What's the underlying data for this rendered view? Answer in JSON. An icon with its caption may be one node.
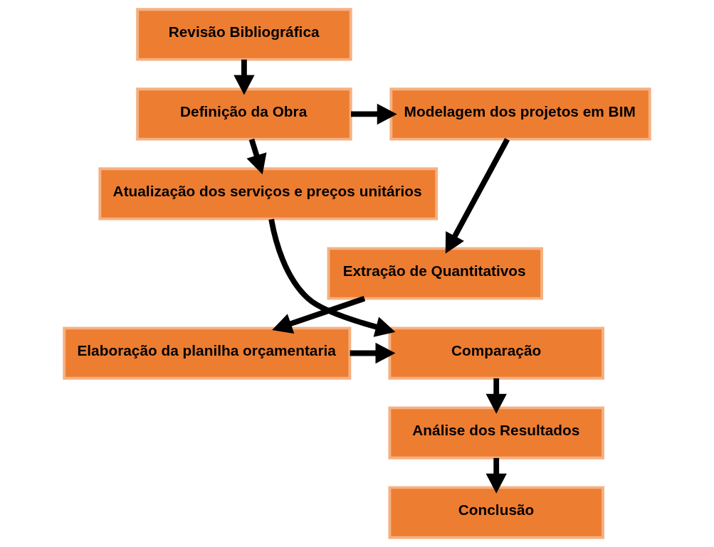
{
  "diagram": {
    "nodes": [
      {
        "text": [
          "Revisão Bibliográfica"
        ]
      },
      {
        "text": [
          "Definição da Obra"
        ]
      },
      {
        "text": [
          "Modelagem dos projetos em BIM"
        ]
      },
      {
        "text": [
          "Atualização dos serviços e preços unitários"
        ]
      },
      {
        "text": [
          "Extração de Quantitativos"
        ]
      },
      {
        "text": [
          "Elaboração da planilha orçamentaria"
        ]
      },
      {
        "text": [
          "Comparação"
        ]
      },
      {
        "text": [
          "Análise dos Resultados"
        ]
      },
      {
        "text": [
          "Conclusão"
        ]
      }
    ],
    "edges": [
      {
        "from": 0,
        "to": 1,
        "arrow": "to"
      },
      {
        "from": 1,
        "to": 2,
        "arrow": "to"
      },
      {
        "from": 1,
        "to": 3,
        "arrow": "to"
      },
      {
        "from": 2,
        "to": 4,
        "arrow": "to"
      },
      {
        "from": 4,
        "to": 5,
        "arrow": "to"
      },
      {
        "from": 5,
        "to": 6,
        "arrow": "to"
      },
      {
        "from": 3,
        "to": 6,
        "arrow": "to"
      },
      {
        "from": 6,
        "to": 7,
        "arrow": "to"
      },
      {
        "from": 7,
        "to": 8,
        "arrow": "to"
      }
    ]
  }
}
